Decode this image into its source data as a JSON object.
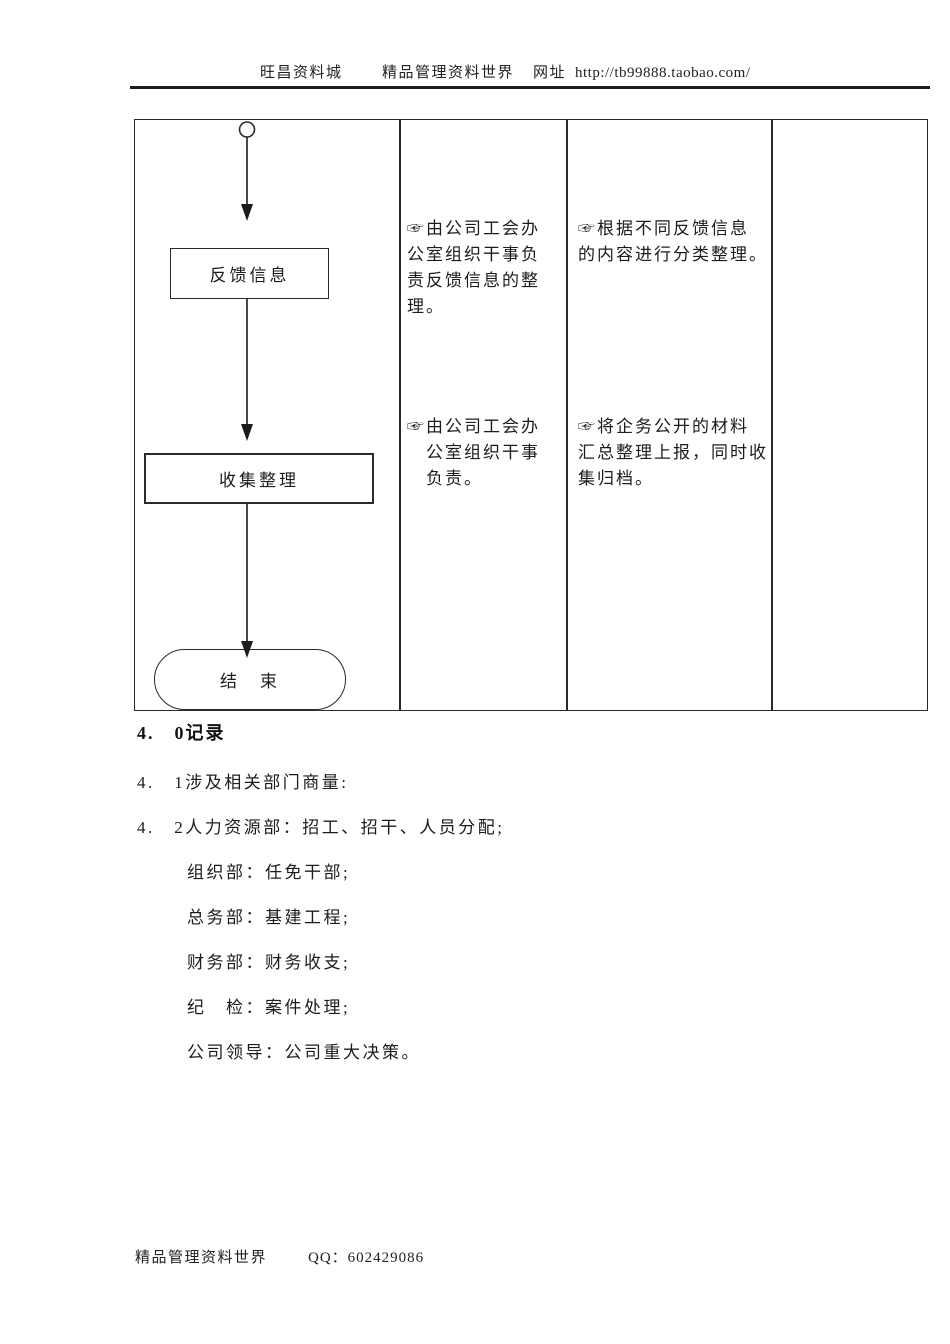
{
  "header": {
    "site": "旺昌资料城",
    "brand": "精品管理资料世界",
    "url_label": "网址",
    "url": "http://tb99888.taobao.com/"
  },
  "flowchart": {
    "start_icon": "circle-start-terminator",
    "step1_label": "反馈信息",
    "step2_label": "收集整理",
    "end_label": "结　束"
  },
  "table": {
    "row1": {
      "responsibility_lines": [
        "☞由公司工会办",
        "公室组织干事负",
        "责反馈信息的整",
        "理。"
      ],
      "description_lines": [
        "☞根据不同反馈信息",
        "的内容进行分类整理。"
      ]
    },
    "row2": {
      "responsibility_lines": [
        "☞由公司工会办",
        "　公室组织干事",
        "　负责。"
      ],
      "description_lines": [
        "☞将企务公开的材料",
        "汇总整理上报，同时收",
        "集归档。"
      ]
    }
  },
  "notes": {
    "heading": "4.　0记录",
    "lines": [
      {
        "text": "4.　1涉及相关部门商量:"
      },
      {
        "text": "4.　2人力资源部：招工、招干、人员分配;"
      },
      {
        "text": "组织部：任免干部;"
      },
      {
        "text": "总务部：基建工程;"
      },
      {
        "text": "财务部：财务收支;"
      },
      {
        "text": "纪　检：案件处理;"
      },
      {
        "text": "公司领导：公司重大决策。"
      }
    ]
  },
  "footer": {
    "brand": "精品管理资料世界",
    "qq": "QQ：602429086"
  }
}
